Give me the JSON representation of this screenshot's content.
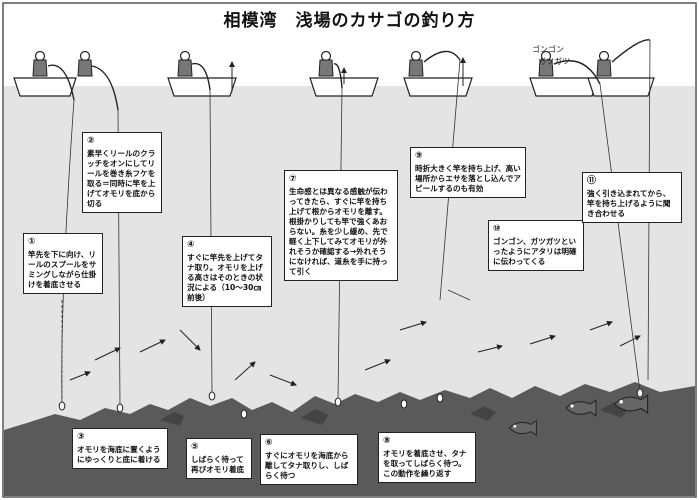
{
  "title": "相模湾　浅場のカサゴの釣り方",
  "sound_effects": {
    "rattle": "ゴンゴン",
    "shake": "ガツガツ"
  },
  "colors": {
    "water": "#e4e4e4",
    "seabed": "#5a5a5a",
    "frame": "#555555",
    "ink": "#222222"
  },
  "steps": [
    {
      "num": "①",
      "text": "竿先を下に向け、リールのスプールをサミングしながら仕掛けを着底させる"
    },
    {
      "num": "②",
      "text": "素早くリールのクラッチをオンにしてリールを巻き糸フケを取る＝同時に竿を上げてオモリを底から切る"
    },
    {
      "num": "③",
      "text": "オモリを海底に置くようにゆっくりと底に着ける"
    },
    {
      "num": "④",
      "text": "すぐに竿先を上げてタナ取り。オモリを上げる高さはそのときの状況による（10～30㎝前後）"
    },
    {
      "num": "⑤",
      "text": "しばらく待って再びオモリ着底"
    },
    {
      "num": "⑥",
      "text": "すぐにオモリを海底から離してタナ取りし、しばらく待つ"
    },
    {
      "num": "⑦",
      "text": "生命感とは異なる感触が伝わってきたら、すぐに竿を持ち上げて根からオモリを離す。根掛かりしても竿で強くあおらない。糸を少し緩め、先で軽く上下してみてオモリが外れそうか確認する→外れそうになければ、道糸を手に持って引く"
    },
    {
      "num": "⑧",
      "text": "オモリを着底させ、タナを取ってしばらく待つ。この動作を繰り返す"
    },
    {
      "num": "⑨",
      "text": "時折大きく竿を持ち上げ、高い場所からエサを落とし込んでアピールするのも有効"
    },
    {
      "num": "⑩",
      "text": "ゴンゴン、ガツガツといったようにアタリは明確に伝わってくる"
    },
    {
      "num": "⑪",
      "text": "強く引き込まれてから、竿を持ち上げるように聞き合わせる"
    }
  ]
}
